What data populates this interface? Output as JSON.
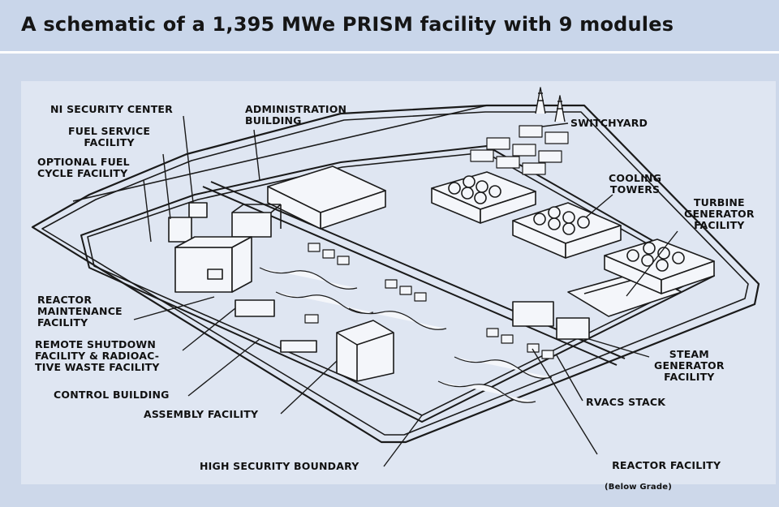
{
  "title": "A schematic of a 1,395 MWe PRISM facility with 9 modules",
  "labels": {
    "ni_security_center": "NI SECURITY CENTER",
    "fuel_service_facility": "FUEL SERVICE\nFACILITY",
    "optional_fuel_cycle": "OPTIONAL FUEL\nCYCLE FACILITY",
    "administration_building": "ADMINISTRATION\nBUILDING",
    "switchyard": "SWITCHYARD",
    "cooling_towers": "COOLING\nTOWERS",
    "turbine_generator": "TURBINE\nGENERATOR\nFACILITY",
    "reactor_maintenance": "REACTOR\nMAINTENANCE\nFACILITY",
    "remote_shutdown": "REMOTE SHUTDOWN\nFACILITY & RADIOAC-\nTIVE WASTE FACILITY",
    "control_building": "CONTROL BUILDING",
    "assembly_facility": "ASSEMBLY FACILITY",
    "high_security_boundary": "HIGH SECURITY BOUNDARY",
    "steam_generator": "STEAM\nGENERATOR\nFACILITY",
    "rvacs_stack": "RVACS STACK",
    "reactor_facility": "REACTOR FACILITY",
    "reactor_facility_note": "(Below Grade)"
  }
}
